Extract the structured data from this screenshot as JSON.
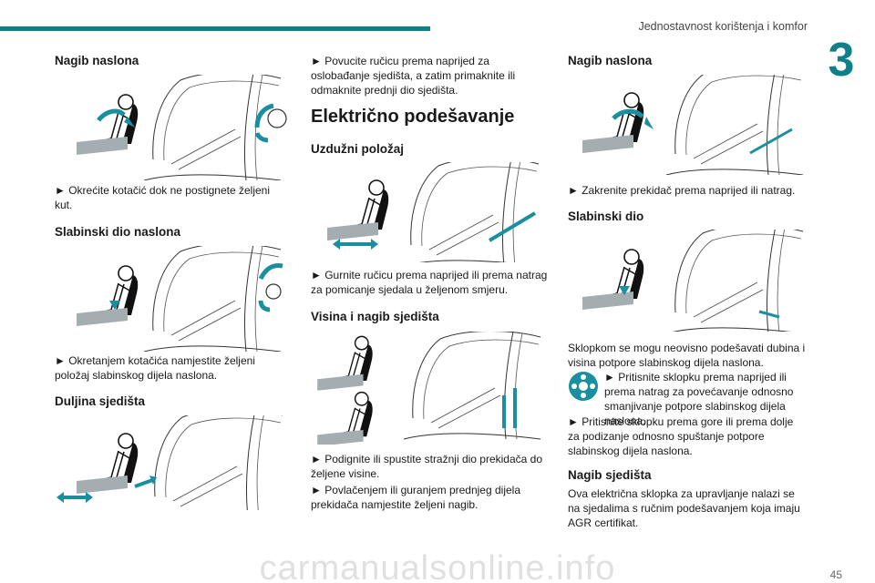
{
  "header": {
    "title": "Jednostavnost korištenja i komfor",
    "chapter": "3",
    "accent": "#0f7f8a"
  },
  "col1": {
    "s1_title": "Nagib naslona",
    "s1_text": "► Okrećite kotačić dok ne postignete željeni kut.",
    "s2_title": "Slabinski dio naslona",
    "s2_text": "► Okretanjem kotačića namjestite željeni položaj slabinskog dijela naslona.",
    "s3_title": "Duljina sjedišta"
  },
  "col2": {
    "intro": "► Povucite ručicu prema naprijed za oslobađanje sjedišta, a zatim primaknite ili odmaknite prednji dio sjedišta.",
    "main_title": "Električno podešavanje",
    "s1_title": "Uzdužni položaj",
    "s1_text": "► Gurnite ručicu prema naprijed ili prema natrag za pomicanje sjedala u željenom smjeru.",
    "s2_title": "Visina i nagib sjedišta",
    "s2_text1": "► Podignite ili spustite stražnji dio prekidača do željene visine.",
    "s2_text2": "► Povlačenjem ili guranjem prednjeg dijela prekidača namjestite željeni nagib."
  },
  "col3": {
    "s1_title": "Nagib naslona",
    "s1_text": "► Zakrenite prekidač prema naprijed ili natrag.",
    "s2_title": "Slabinski dio",
    "s2_text1": "Sklopkom se mogu neovisno podešavati dubina i visina potpore slabinskog dijela naslona.",
    "s2_text2": "► Pritisnite sklopku prema naprijed ili prema natrag za povećavanje odnosno smanjivanje potpore slabinskog dijela naslona.",
    "s2_text3": "► Pritisnite sklopku prema gore ili prema dolje za podizanje odnosno spuštanje potpore slabinskog dijela naslona.",
    "s3_title": "Nagib sjedišta",
    "s3_text": "Ova električna sklopka za upravljanje nalazi se na sjedalima s ručnim podešavanjem koja imaju AGR certifikat."
  },
  "footer": {
    "page_number": "45",
    "watermark": "carmanualsonline.info"
  }
}
